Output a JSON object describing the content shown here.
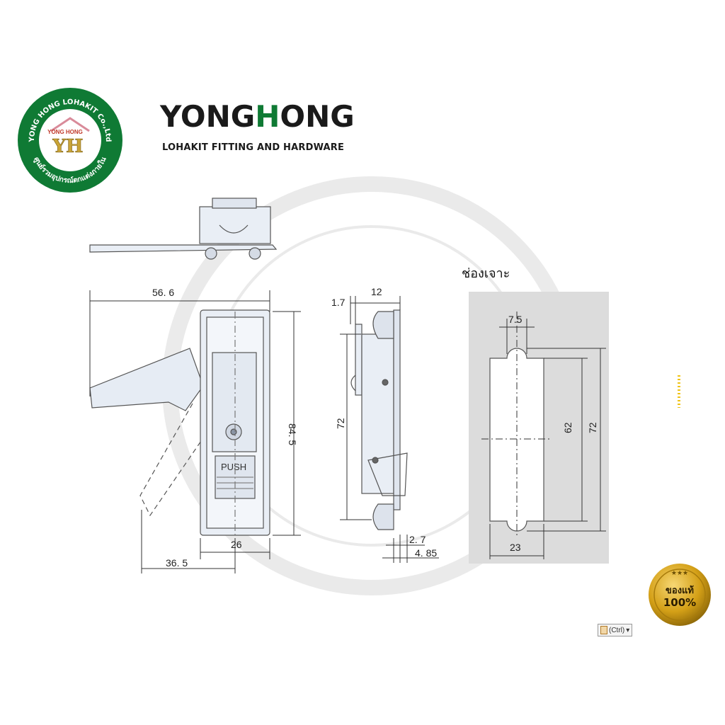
{
  "brand": {
    "name_part1": "YONG",
    "name_part2": "H",
    "name_part3": "ONG",
    "tagline": "LOHAKIT FITTING AND HARDWARE",
    "seal_top_text": "YONG HONG LOHAKIT Co.,Ltd",
    "seal_bottom_text": "ศูนย์รวมอุปกรณ์ตกแต่งภายใน",
    "seal_inner_text": "YONG HONG",
    "seal_monogram": "YH",
    "green": "#0f7a34"
  },
  "front_view": {
    "dim_width_top": "56. 6",
    "dim_height": "84. 5",
    "dim_body_width": "26",
    "dim_bottom_width": "36. 5",
    "push_label": "PUSH"
  },
  "side_view": {
    "dim_top_small": "1.7",
    "dim_top_depth": "12",
    "dim_height": "72",
    "dim_bottom_1": "2. 7",
    "dim_bottom_2": "4. 85"
  },
  "cutout": {
    "title": "ช่องเจาะ",
    "dim_notch": "7.5",
    "dim_inner_height": "62",
    "dim_outer_height": "72",
    "dim_width": "23",
    "panel_color": "#dcdcdc"
  },
  "badge": {
    "line1": "ของแท้",
    "line2": "100%"
  },
  "paste_button": {
    "label": "(Ctrl)",
    "arrow": "▾"
  }
}
